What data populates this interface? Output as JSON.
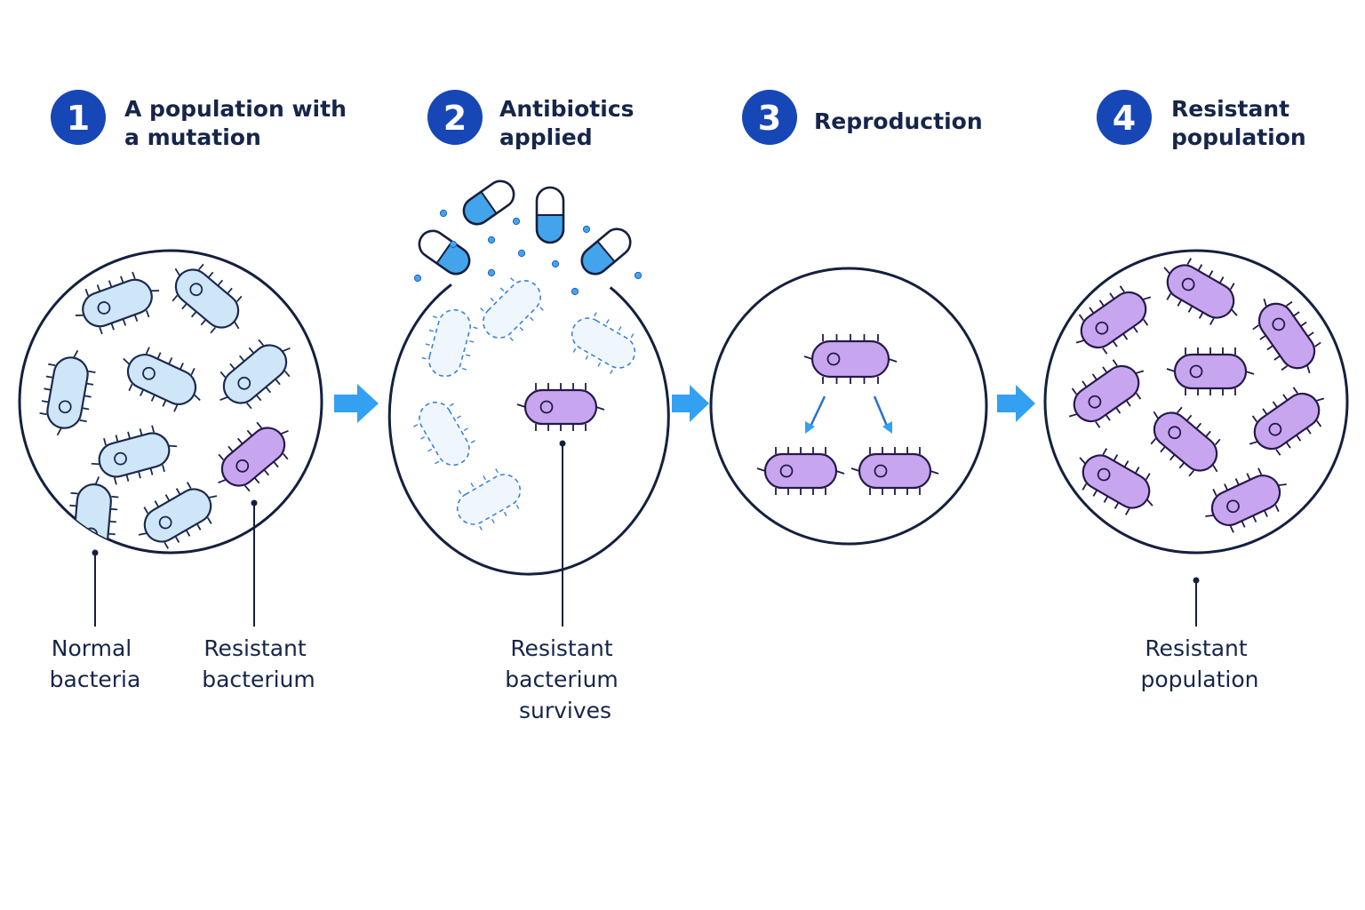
{
  "colors": {
    "badge": "#1747b6",
    "outline": "#14203f",
    "normal_fill": "#cfe5f8",
    "normal_stroke": "#1a2b4e",
    "resistant_fill": "#c7a6ef",
    "resistant_stroke": "#241a4a",
    "dead_fill": "#f0f6fd",
    "dead_stroke": "#3b82d8",
    "arrow": "#33a0f2",
    "pill": "#43a4ec"
  },
  "steps": [
    {
      "number": "1",
      "title_lines": [
        "A population with",
        "a mutation"
      ]
    },
    {
      "number": "2",
      "title_lines": [
        "Antibiotics",
        "applied"
      ]
    },
    {
      "number": "3",
      "title_lines": [
        "Reproduction"
      ]
    },
    {
      "number": "4",
      "title_lines": [
        "Resistant",
        "population"
      ]
    }
  ],
  "callouts": [
    {
      "lines": [
        "Normal",
        "bacteria"
      ]
    },
    {
      "lines": [
        "Resistant",
        "bacterium"
      ]
    },
    {
      "lines": [
        "Resistant",
        "bacterium",
        "survives"
      ]
    },
    {
      "lines": [
        "Resistant",
        "population"
      ]
    }
  ]
}
